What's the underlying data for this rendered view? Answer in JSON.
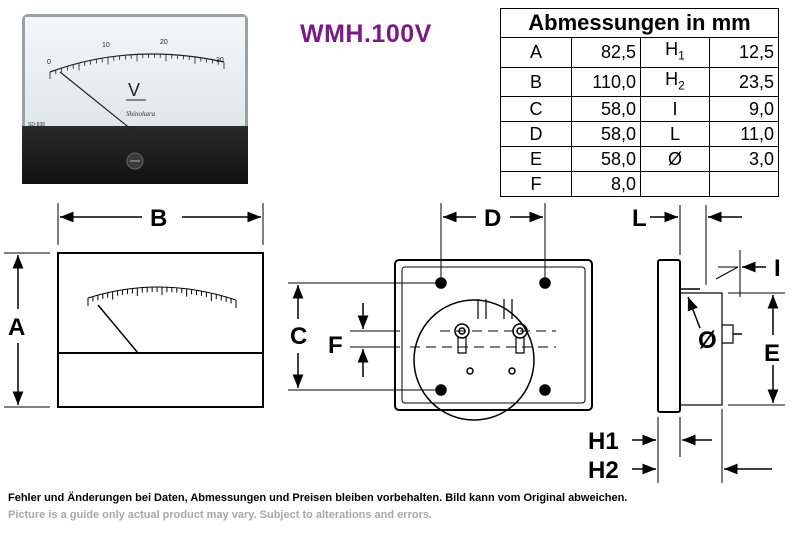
{
  "photo": {
    "scale_labels": [
      "0",
      "10",
      "20",
      "30"
    ],
    "unit": "V",
    "brand": "Shinohara",
    "code": "SD-838"
  },
  "model": "WMH.100V",
  "table": {
    "header": "Abmessungen in mm",
    "rows": [
      {
        "l1": "A",
        "v1": "82,5",
        "l2": "H",
        "s2": "1",
        "v2": "12,5"
      },
      {
        "l1": "B",
        "v1": "110,0",
        "l2": "H",
        "s2": "2",
        "v2": "23,5"
      },
      {
        "l1": "C",
        "v1": "58,0",
        "l2": "I",
        "s2": "",
        "v2": "9,0"
      },
      {
        "l1": "D",
        "v1": "58,0",
        "l2": "L",
        "s2": "",
        "v2": "11,0"
      },
      {
        "l1": "E",
        "v1": "58,0",
        "l2": "Ø",
        "s2": "",
        "v2": "3,0"
      },
      {
        "l1": "F",
        "v1": "8,0",
        "l2": "",
        "s2": "",
        "v2": ""
      }
    ]
  },
  "drawing": {
    "B": "B",
    "A": "A",
    "D": "D",
    "C": "C",
    "F": "F",
    "L": "L",
    "I": "I",
    "phi": "Ø",
    "E": "E",
    "H1": "H1",
    "H2": "H2"
  },
  "footer": {
    "de": "Fehler und Änderungen bei Daten, Abmessungen und Preisen bleiben vorbehalten. Bild kann vom Original abweichen.",
    "en": "Picture is a guide only actual product may vary. Subject to alterations and errors."
  }
}
